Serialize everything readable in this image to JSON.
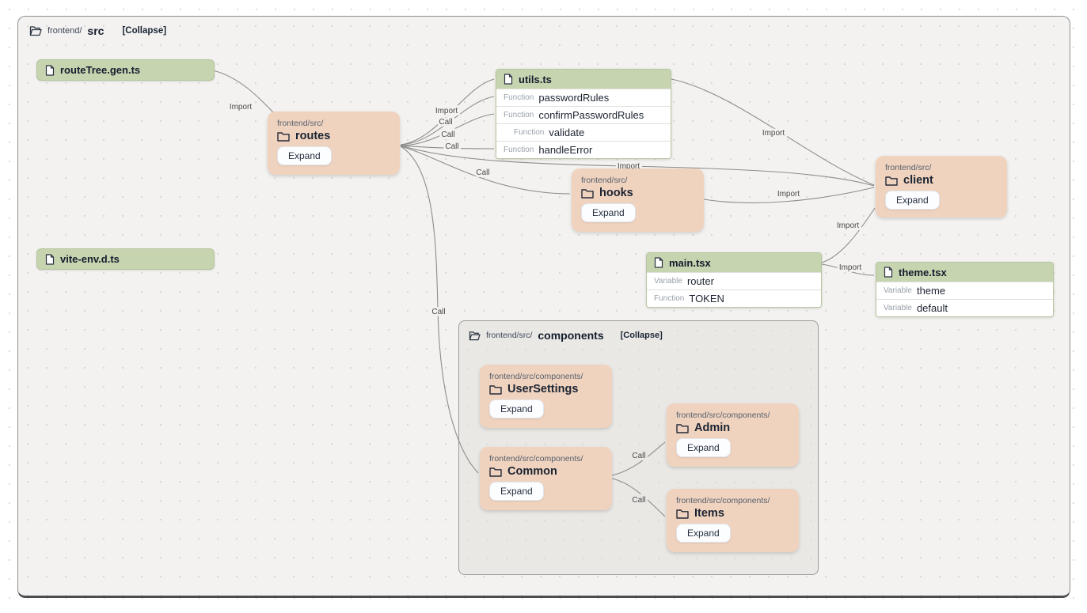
{
  "root": {
    "path": "frontend/",
    "name": "src",
    "collapse_label": "[Collapse]"
  },
  "group_components": {
    "path": "frontend/src/",
    "name": "components",
    "collapse_label": "[Collapse]"
  },
  "nodes": {
    "route_tree": {
      "name": "routeTree.gen.ts"
    },
    "vite_env": {
      "name": "vite-env.d.ts"
    },
    "routes": {
      "path": "frontend/src/",
      "name": "routes",
      "action": "Expand"
    },
    "hooks": {
      "path": "frontend/src/",
      "name": "hooks",
      "action": "Expand"
    },
    "client": {
      "path": "frontend/src/",
      "name": "client",
      "action": "Expand"
    },
    "utils": {
      "name": "utils.ts",
      "rows": [
        {
          "kind": "Function",
          "name": "passwordRules"
        },
        {
          "kind": "Function",
          "name": "confirmPasswordRules"
        },
        {
          "kind": "Function",
          "name": "validate"
        },
        {
          "kind": "Function",
          "name": "handleError"
        }
      ]
    },
    "main": {
      "name": "main.tsx",
      "rows": [
        {
          "kind": "Variable",
          "name": "router"
        },
        {
          "kind": "Function",
          "name": "TOKEN"
        }
      ]
    },
    "theme": {
      "name": "theme.tsx",
      "rows": [
        {
          "kind": "Variable",
          "name": "theme"
        },
        {
          "kind": "Variable",
          "name": "default"
        }
      ]
    },
    "user_settings": {
      "path": "frontend/src/components/",
      "name": "UserSettings",
      "action": "Expand"
    },
    "common": {
      "path": "frontend/src/components/",
      "name": "Common",
      "action": "Expand"
    },
    "admin": {
      "path": "frontend/src/components/",
      "name": "Admin",
      "action": "Expand"
    },
    "items": {
      "path": "frontend/src/components/",
      "name": "Items",
      "action": "Expand"
    }
  },
  "edges": {
    "route_tree_to_routes": {
      "label": "Import"
    },
    "routes_to_utils_file": {
      "label": "Import"
    },
    "routes_to_password_rules": {
      "label": "Call"
    },
    "routes_to_confirm_password_rules": {
      "label": "Call"
    },
    "routes_to_handle_error": {
      "label": "Call"
    },
    "routes_to_hooks": {
      "label": "Call"
    },
    "routes_to_client": {
      "label": "Import"
    },
    "routes_to_common": {
      "label": "Call"
    },
    "utils_to_client": {
      "label": "Import"
    },
    "hooks_to_client": {
      "label": "Import"
    },
    "main_to_client": {
      "label": "Import"
    },
    "main_to_theme": {
      "label": "Import"
    },
    "common_to_admin": {
      "label": "Call"
    },
    "common_to_items": {
      "label": "Call"
    }
  },
  "colors": {
    "file_node_bg": "#c6d4b0",
    "folder_node_bg": "#f0d3be",
    "canvas_bg": "#f3f2f0",
    "group_bg": "#e9e8e5"
  }
}
